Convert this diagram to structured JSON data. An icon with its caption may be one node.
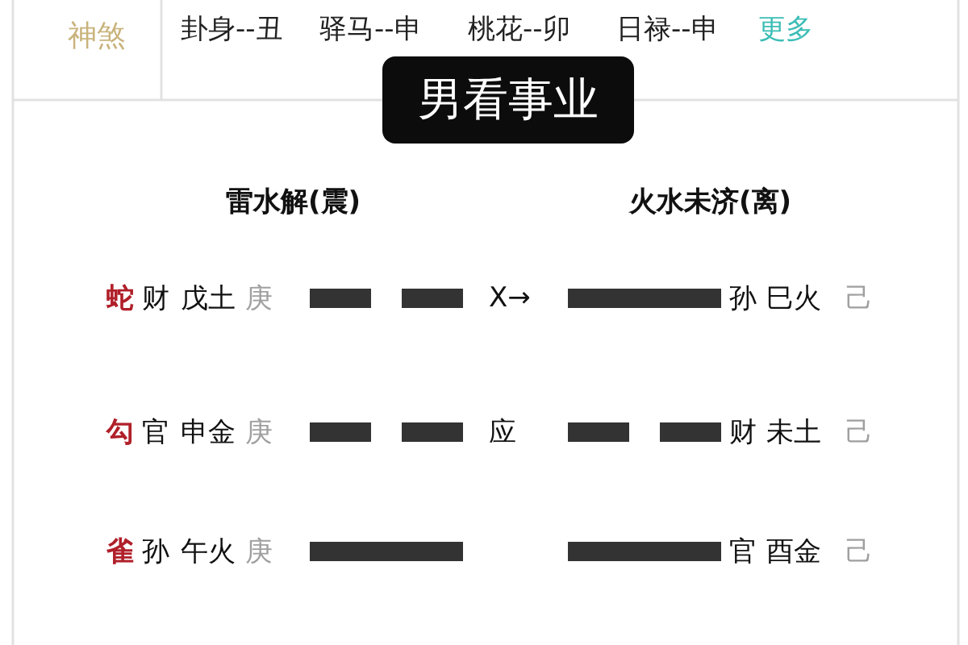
{
  "diagram": {
    "labels": [
      "神煞",
      "卦身--丑",
      "驿马--申",
      "桃花--卯",
      "日禄--申",
      "更多",
      "男看事业",
      "雷水解(震)",
      "火水未济(离)",
      "蛇",
      "财",
      "戊土",
      "庚",
      "X→",
      "孙",
      "巳火",
      "己",
      "勾",
      "官",
      "申金",
      "庚",
      "应",
      "财",
      "未土",
      "己",
      "雀",
      "孙",
      "午火",
      "庚",
      "官",
      "酉金",
      "己"
    ]
  }
}
